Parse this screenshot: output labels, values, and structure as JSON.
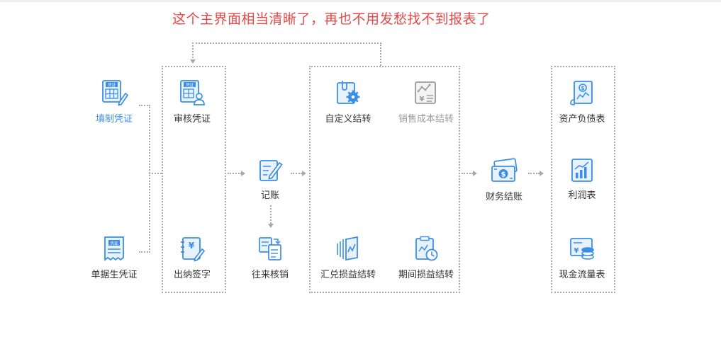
{
  "caption": "这个主界面相当清晰了，再也不用发愁找不到报表了",
  "nodes": {
    "fill_voucher": "填制凭证",
    "bill_voucher": "单据生凭证",
    "audit_voucher": "审核凭证",
    "cashier_sign": "出纳签字",
    "bookkeeping": "记账",
    "write_off": "往来核销",
    "custom_transfer": "自定义结转",
    "sales_cost_transfer": "销售成本结转",
    "fx_transfer": "汇兑损益结转",
    "period_transfer": "期间损益结转",
    "month_close": "财务结账",
    "balance_sheet": "资产负债表",
    "income_statement": "利润表",
    "cash_flow": "现金流量表"
  },
  "icon_text": {
    "voucher": "凭证",
    "yen": "¥"
  },
  "colors": {
    "caption": "#e64646",
    "icon_blue": "#3a8ee6",
    "icon_gray": "#9a9a9a",
    "connector": "#a9a9a9",
    "label": "#333333"
  },
  "icons": {
    "fill_voucher": "voucher-pen-icon",
    "bill_voucher": "receipt-voucher-icon",
    "audit_voucher": "voucher-person-icon",
    "cashier_sign": "yen-notebook-icon",
    "bookkeeping": "edit-document-icon",
    "write_off": "transfer-documents-icon",
    "custom_transfer": "gear-clip-icon",
    "sales_cost_transfer": "yen-chart-icon",
    "fx_transfer": "wave-card-icon",
    "period_transfer": "clipboard-clock-icon",
    "month_close": "money-bills-icon",
    "balance_sheet": "dollar-scroll-icon",
    "income_statement": "bar-chart-icon",
    "cash_flow": "coin-stack-icon"
  }
}
